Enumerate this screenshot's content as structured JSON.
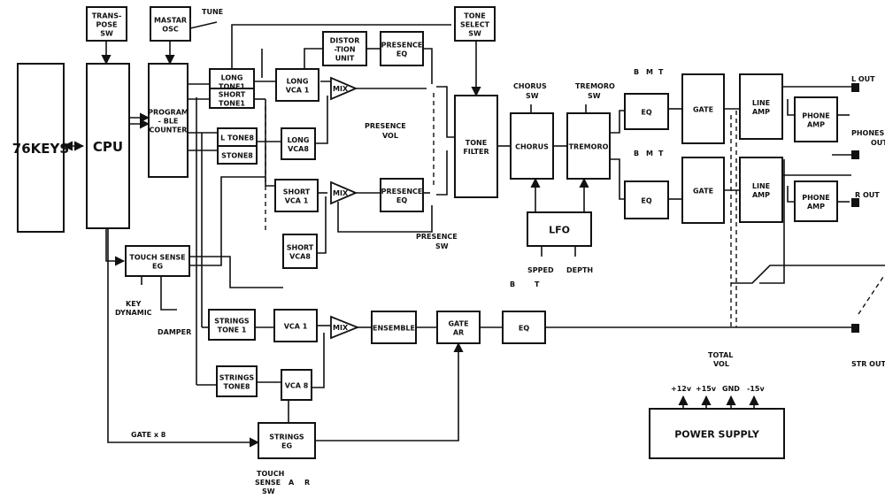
{
  "blocks": {
    "keys": [
      "76KEYS"
    ],
    "cpu": [
      "CPU"
    ],
    "transpose": [
      "TRANS-",
      "POSE",
      "SW"
    ],
    "master_osc": [
      "MASTAR",
      "OSC"
    ],
    "prog_counter": [
      "PROGRAM",
      "- BLE",
      "COUNTER"
    ],
    "long_tone1": [
      "LONG",
      "TONE1"
    ],
    "short_tone1": [
      "SHORT",
      "TONE1"
    ],
    "l_tone8": [
      "L TONE8"
    ],
    "s_tone8": [
      "STONE8"
    ],
    "long_vca1": [
      "LONG",
      "VCA 1"
    ],
    "long_vca8": [
      "LONG",
      "VCA8"
    ],
    "short_vca1": [
      "SHORT",
      "VCA 1"
    ],
    "short_vca8": [
      "SHORT",
      "VCA8"
    ],
    "distortion": [
      "DISTOR",
      "-TION",
      "UNIT"
    ],
    "presence_eq1": [
      "PRESENCE",
      "EQ"
    ],
    "presence_eq2": [
      "PRESENCE",
      "EQ"
    ],
    "tone_select": [
      "TONE",
      "SELECT",
      "SW"
    ],
    "tone_filter": [
      "TONE",
      "FILTER"
    ],
    "chorus": [
      "CHORUS"
    ],
    "tremoro": [
      "TREMORO"
    ],
    "lfo": [
      "LFO"
    ],
    "eq_top": [
      "EQ"
    ],
    "eq_mid": [
      "EQ"
    ],
    "gate_top": [
      "GATE"
    ],
    "gate_mid": [
      "GATE"
    ],
    "line_amp1": [
      "LINE",
      "AMP"
    ],
    "line_amp2": [
      "LINE",
      "AMP"
    ],
    "phone_amp1": [
      "PHONE",
      "AMP"
    ],
    "phone_amp2": [
      "PHONE",
      "AMP"
    ],
    "touch_sense_eg": [
      "TOUCH SENSE",
      "EG"
    ],
    "strings_tone1": [
      "STRINGS",
      "TONE 1"
    ],
    "strings_tone8": [
      "STRINGS",
      "TONE8"
    ],
    "vca1": [
      "VCA 1"
    ],
    "vca8": [
      "VCA 8"
    ],
    "ensemble": [
      "ENSEMBLE"
    ],
    "gate_ar": [
      "GATE",
      "AR"
    ],
    "eq_str": [
      "EQ"
    ],
    "strings_eg": [
      "STRINGS",
      "EG"
    ],
    "power_supply": [
      "POWER SUPPLY"
    ]
  },
  "mix_label": "MIX",
  "labels": {
    "tune": "TUNE",
    "presence_vol": [
      "PRESENCE",
      "VOL"
    ],
    "presence_sw": [
      "PRESENCE",
      "SW"
    ],
    "chorus_sw": [
      "CHORUS",
      "SW"
    ],
    "tremoro_sw": [
      "TREMORO",
      "SW"
    ],
    "sped": "SPPED",
    "depth": "DEPTH",
    "b": "B",
    "m": "M",
    "t": "T",
    "a": "A",
    "r": "R",
    "key_dynamic": [
      "KEY",
      "DYNAMIC"
    ],
    "damper": "DAMPER",
    "gate_x8": "GATE x 8",
    "touch_sense_sw": [
      "TOUCH",
      "SENSE",
      "SW"
    ],
    "total_vol": [
      "TOTAL",
      "VOL"
    ],
    "l_out": "L OUT",
    "r_out": "R OUT",
    "phones_out": [
      "PHONES",
      "OUT"
    ],
    "str_out": "STR OUT",
    "v12": "+12v",
    "v15": "+15v",
    "gnd": "GND",
    "vm15": "-15v"
  }
}
